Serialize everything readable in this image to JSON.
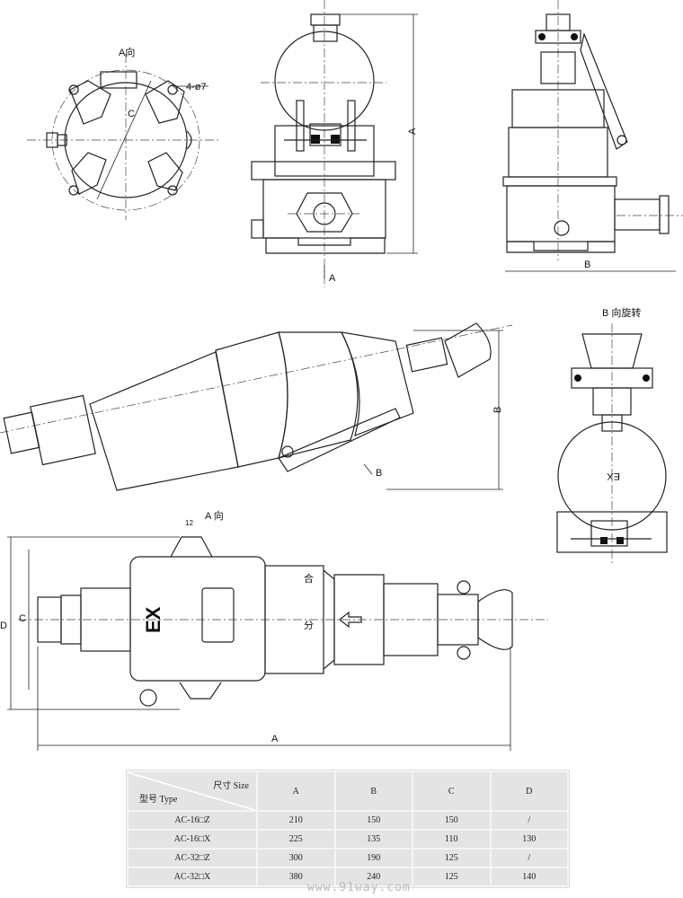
{
  "labels": {
    "view_a_top": "A向",
    "holes": "4-ø7",
    "dim_c_top": "C",
    "dim_a_front": "A",
    "arrow_a_front": "A",
    "dim_b_side": "B",
    "view_b_rotate": "B  向旋转",
    "dim_b_angled": "B",
    "arrow_b_angled": "B",
    "view_a_bottom": "A  向",
    "dim_12": "12",
    "dim_d": "D",
    "dim_c_bottom": "C",
    "dim_a_bottom": "A",
    "ex_mark": "EX",
    "on_mark": "合",
    "off_mark": "分",
    "ex_mark_b": "EX"
  },
  "table": {
    "header_size": "尺寸 Size",
    "header_type": "型号 Type",
    "columns": [
      "A",
      "B",
      "C",
      "D"
    ],
    "rows": [
      {
        "type": "AC-16□Z",
        "values": [
          "210",
          "150",
          "150",
          "/"
        ]
      },
      {
        "type": "AC-16□X",
        "values": [
          "225",
          "135",
          "110",
          "130"
        ]
      },
      {
        "type": "AC-32□Z",
        "values": [
          "300",
          "190",
          "125",
          "/"
        ]
      },
      {
        "type": "AC-32□X",
        "values": [
          "380",
          "240",
          "125",
          "140"
        ]
      }
    ]
  },
  "watermark": "www.91way.com"
}
